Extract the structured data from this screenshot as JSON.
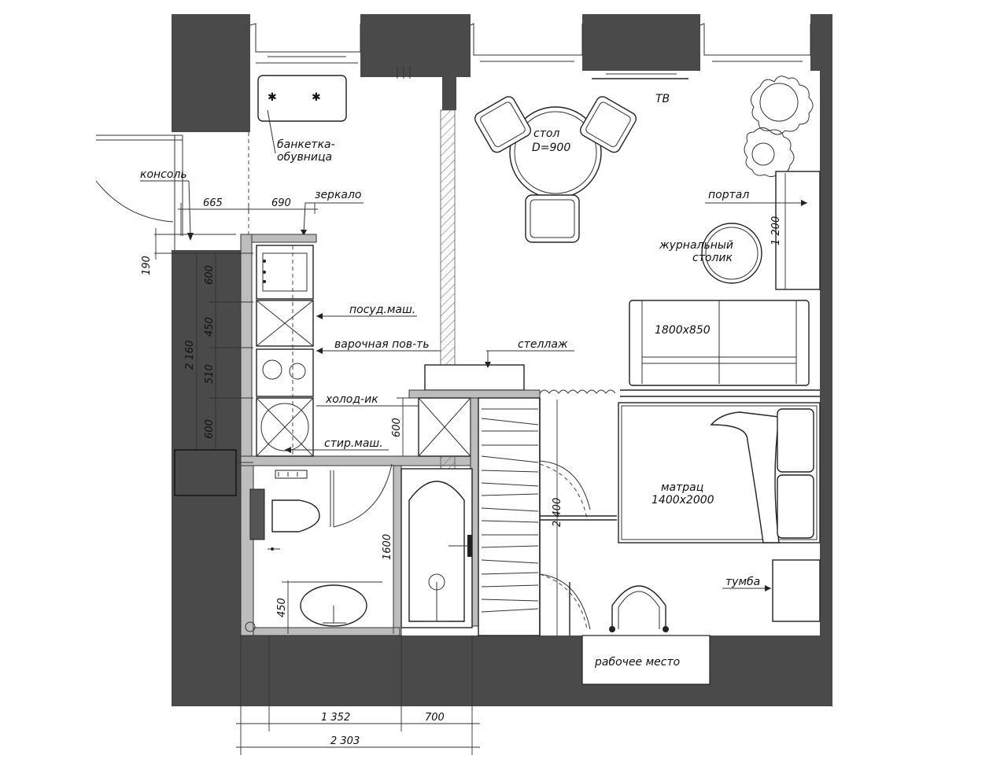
{
  "labels": {
    "tv": "ТВ",
    "table": "стол",
    "table_size": "D=900",
    "bench": "банкетка-",
    "bench2": "обувница",
    "console": "консоль",
    "mirror": "зеркало",
    "portal": "портал",
    "coffee_table": "журнальный",
    "coffee_table2": "столик",
    "dishwasher": "посуд.маш.",
    "cooktop": "варочная пов-ть",
    "shelf": "стеллаж",
    "fridge": "холод-ик",
    "washer": "стир.маш.",
    "sofa": "1800x850",
    "mattress": "матрац",
    "mattress_size": "1400x2000",
    "nightstand": "тумба",
    "workplace": "рабочее место"
  },
  "dimensions": {
    "d665": "665",
    "d690": "690",
    "d190": "190",
    "d600a": "600",
    "d450a": "450",
    "d510": "510",
    "d600b": "600",
    "d2160": "2 160",
    "d600c": "600",
    "d1200": "1 200",
    "d1600": "1600",
    "d2400": "2 400",
    "d450b": "450",
    "d1352": "1 352",
    "d700": "700",
    "d2303": "2 303"
  },
  "colors": {
    "wall": "#4a4a4a",
    "line": "#222222",
    "background": "#ffffff"
  }
}
